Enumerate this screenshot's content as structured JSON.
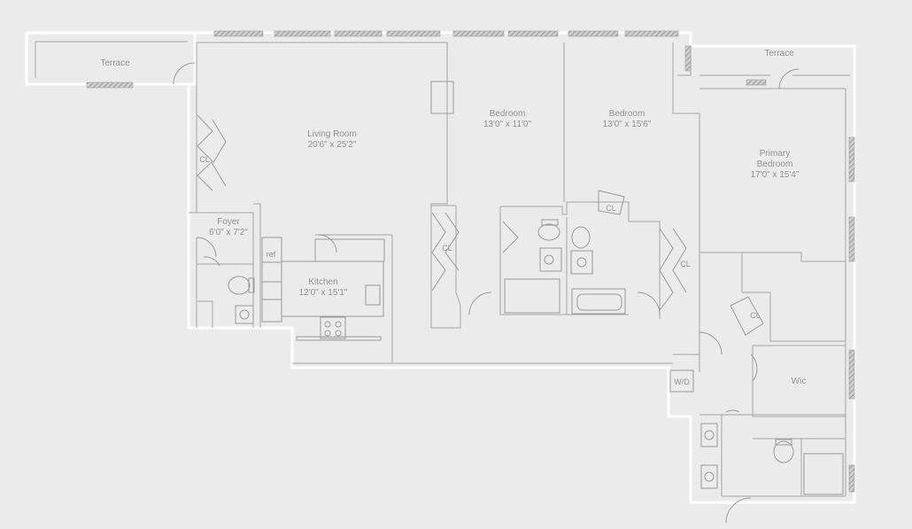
{
  "rooms": {
    "terrace_left": {
      "name": "Terrace"
    },
    "terrace_right": {
      "name": "Terrace"
    },
    "living": {
      "name": "Living Room",
      "dims": "20'6\" x 25'2\""
    },
    "bedroom1": {
      "name": "Bedroom",
      "dims": "13'0\" x 11'0\""
    },
    "bedroom2": {
      "name": "Bedroom",
      "dims": "13'0\" x 15'6\""
    },
    "primary": {
      "name_line1": "Primary",
      "name_line2": "Bedroom",
      "dims": "17'0\" x 15'4\""
    },
    "foyer": {
      "name": "Foyer",
      "dims": "6'0\" x 7'2\""
    },
    "kitchen": {
      "name": "Kitchen",
      "dims": "12'0\" x 15'1\""
    },
    "wic": {
      "name": "Wic"
    }
  },
  "tags": {
    "cl_living": "CL",
    "cl_bed1": "CL",
    "cl_bath_hall": "CL",
    "cl_bed2": "CL",
    "cl_primary": "CL",
    "ref": "ref",
    "wd": "W/D"
  },
  "colors": {
    "background": "#ebebeb",
    "walls": "#ffffff",
    "lines": "#9a9a9a",
    "labels": "#8a8a8a"
  }
}
